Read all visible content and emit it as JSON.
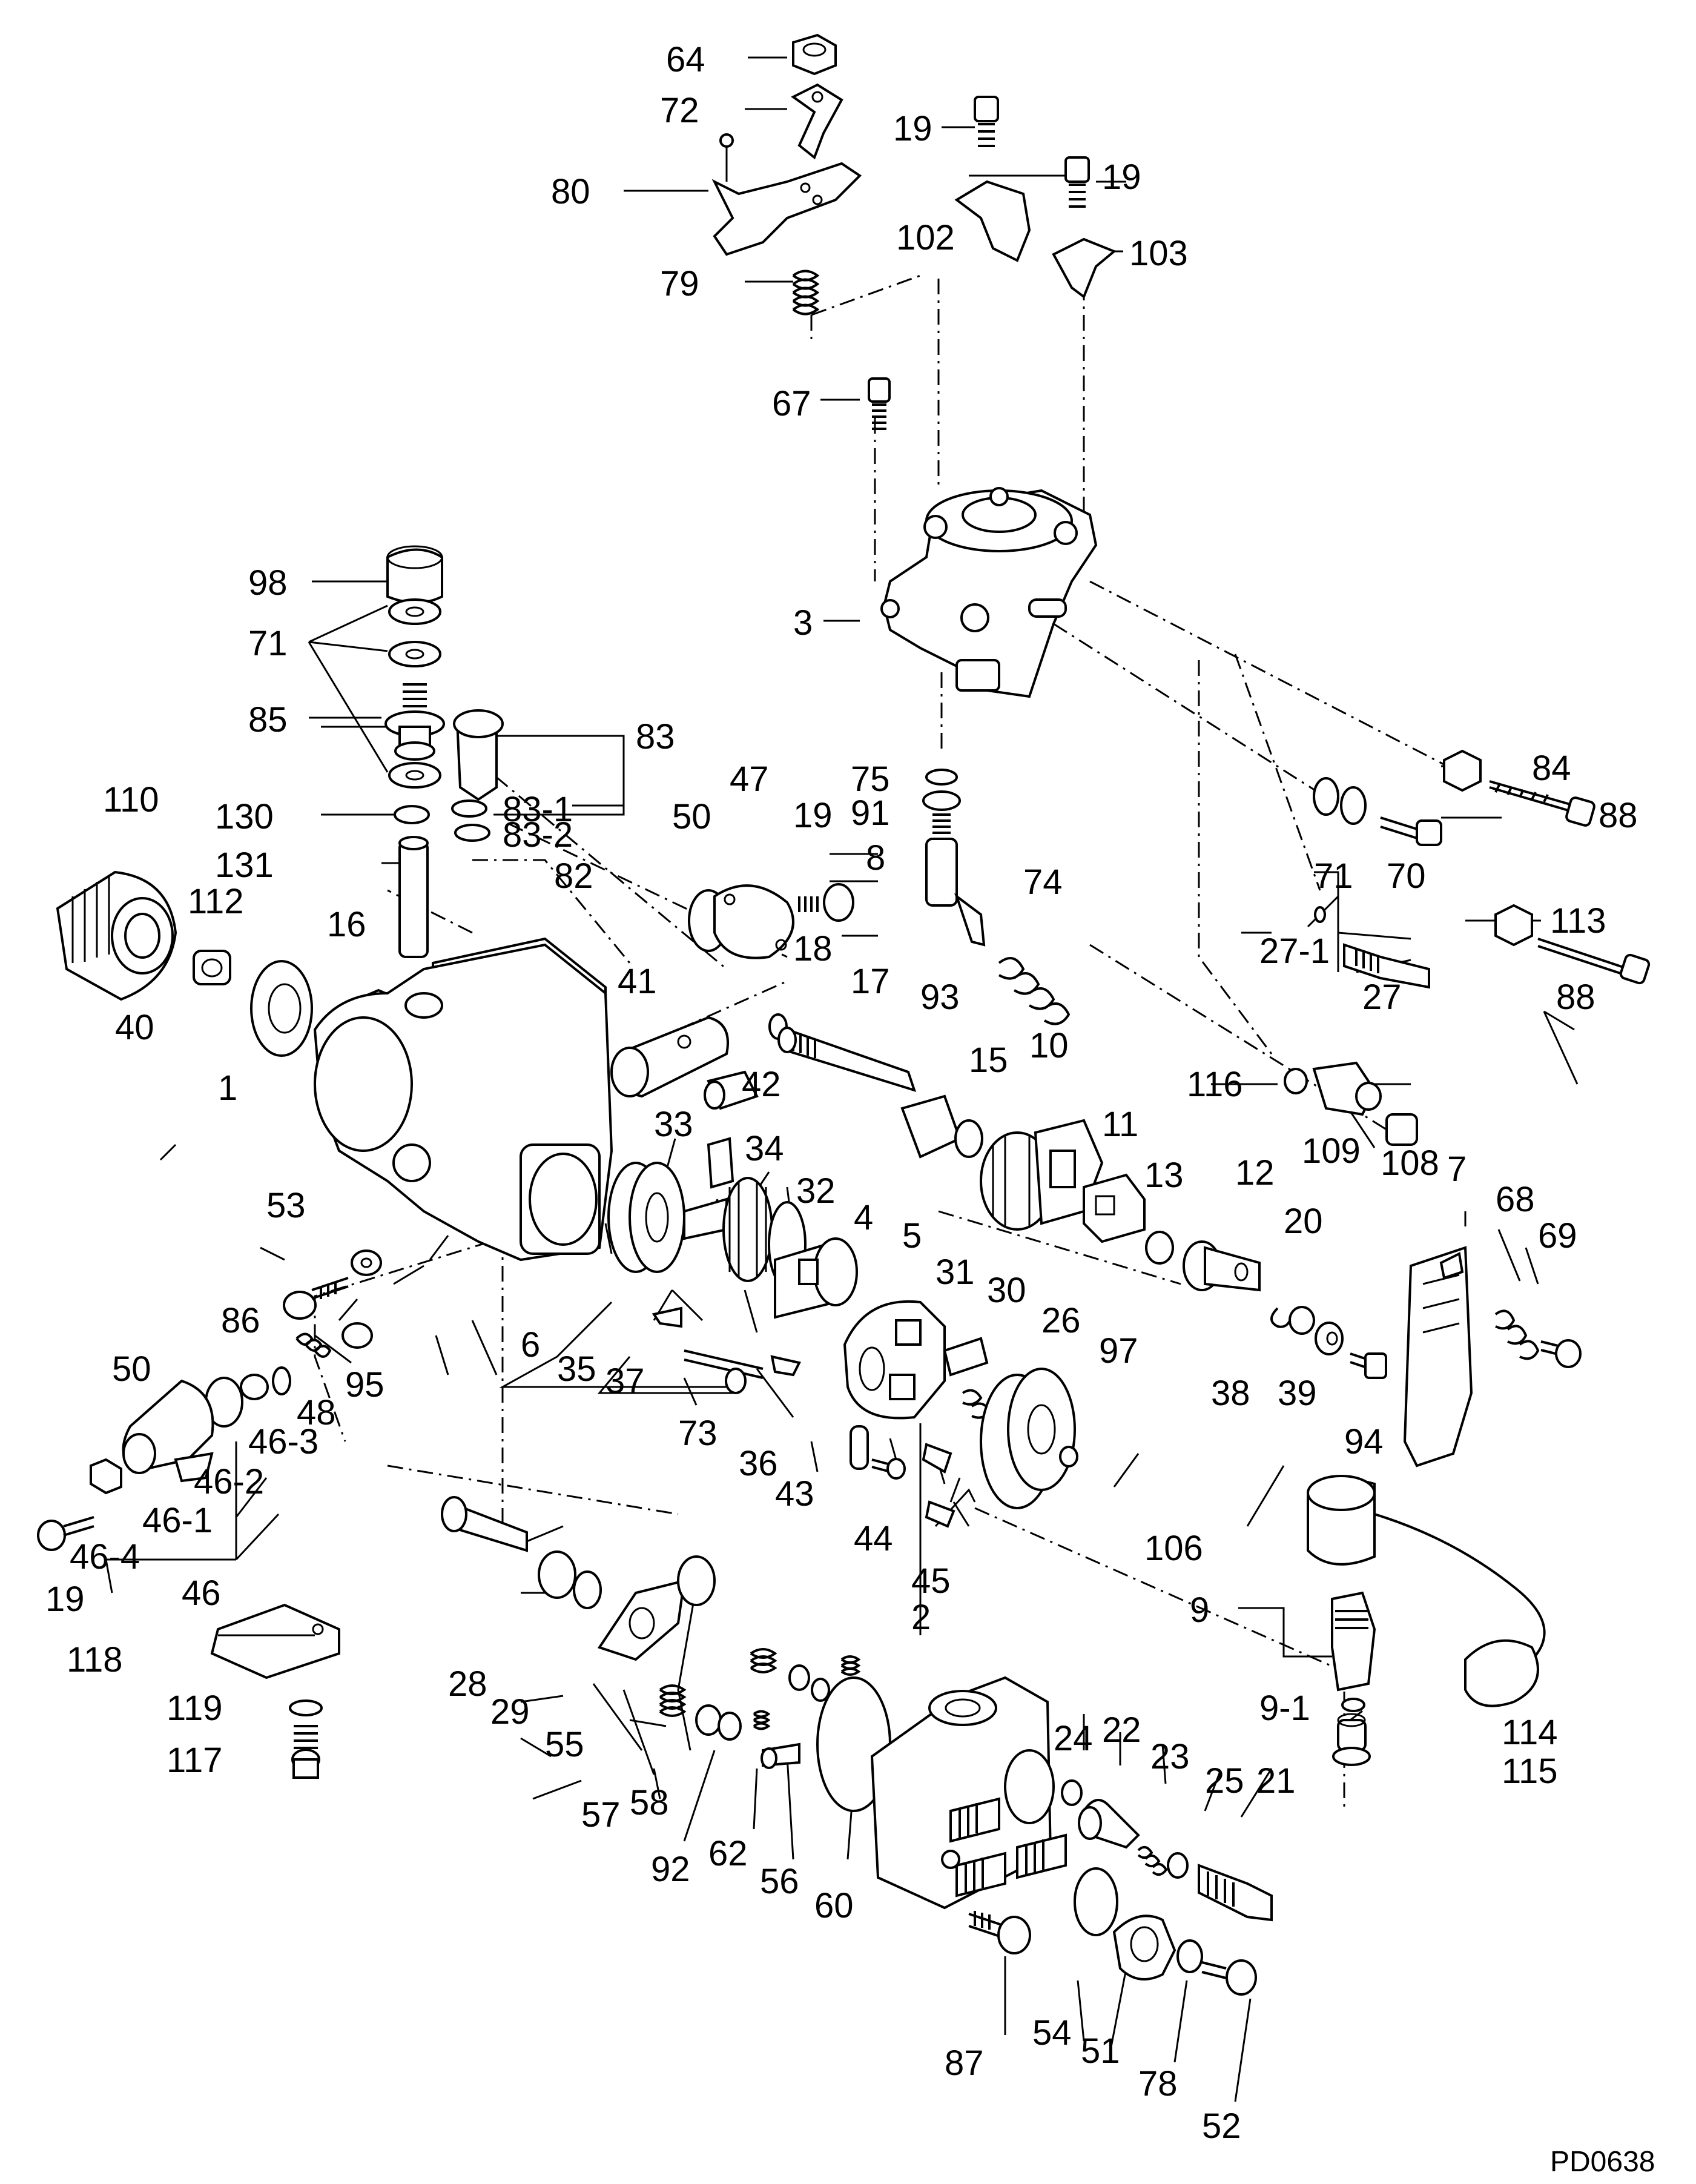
{
  "drawing_ref": "PD0638",
  "callouts": [
    {
      "id": "c64",
      "text": "64"
    },
    {
      "id": "c72",
      "text": "72"
    },
    {
      "id": "c80",
      "text": "80"
    },
    {
      "id": "c79",
      "text": "79"
    },
    {
      "id": "c19a",
      "text": "19"
    },
    {
      "id": "c19b",
      "text": "19"
    },
    {
      "id": "c102",
      "text": "102"
    },
    {
      "id": "c103",
      "text": "103"
    },
    {
      "id": "c67",
      "text": "67"
    },
    {
      "id": "c3",
      "text": "3"
    },
    {
      "id": "c98",
      "text": "98"
    },
    {
      "id": "c71a",
      "text": "71"
    },
    {
      "id": "c85",
      "text": "85"
    },
    {
      "id": "c83",
      "text": "83"
    },
    {
      "id": "c83-1",
      "text": "83-1"
    },
    {
      "id": "c83-2",
      "text": "83-2"
    },
    {
      "id": "c110",
      "text": "110"
    },
    {
      "id": "c130",
      "text": "130"
    },
    {
      "id": "c131",
      "text": "131"
    },
    {
      "id": "c82",
      "text": "82"
    },
    {
      "id": "c112",
      "text": "112"
    },
    {
      "id": "c16",
      "text": "16"
    },
    {
      "id": "c50a",
      "text": "50"
    },
    {
      "id": "c47",
      "text": "47"
    },
    {
      "id": "c19c",
      "text": "19"
    },
    {
      "id": "c75",
      "text": "75"
    },
    {
      "id": "c91",
      "text": "91"
    },
    {
      "id": "c8",
      "text": "8"
    },
    {
      "id": "c74",
      "text": "74"
    },
    {
      "id": "c84",
      "text": "84"
    },
    {
      "id": "c88a",
      "text": "88"
    },
    {
      "id": "c71b",
      "text": "71"
    },
    {
      "id": "c70",
      "text": "70"
    },
    {
      "id": "c113",
      "text": "113"
    },
    {
      "id": "c27-1",
      "text": "27-1"
    },
    {
      "id": "c88b",
      "text": "88"
    },
    {
      "id": "c27",
      "text": "27"
    },
    {
      "id": "c40",
      "text": "40"
    },
    {
      "id": "c41",
      "text": "41"
    },
    {
      "id": "c18",
      "text": "18"
    },
    {
      "id": "c17",
      "text": "17"
    },
    {
      "id": "c93",
      "text": "93"
    },
    {
      "id": "c15",
      "text": "15"
    },
    {
      "id": "c10",
      "text": "10"
    },
    {
      "id": "c116",
      "text": "116"
    },
    {
      "id": "c109",
      "text": "109"
    },
    {
      "id": "c108",
      "text": "108"
    },
    {
      "id": "c1",
      "text": "1"
    },
    {
      "id": "c42",
      "text": "42"
    },
    {
      "id": "c11",
      "text": "11"
    },
    {
      "id": "c13",
      "text": "13"
    },
    {
      "id": "c12",
      "text": "12"
    },
    {
      "id": "c7",
      "text": "7"
    },
    {
      "id": "c33",
      "text": "33"
    },
    {
      "id": "c34",
      "text": "34"
    },
    {
      "id": "c32",
      "text": "32"
    },
    {
      "id": "c4",
      "text": "4"
    },
    {
      "id": "c5",
      "text": "5"
    },
    {
      "id": "c53",
      "text": "53"
    },
    {
      "id": "c31",
      "text": "31"
    },
    {
      "id": "c30",
      "text": "30"
    },
    {
      "id": "c26",
      "text": "26"
    },
    {
      "id": "c97",
      "text": "97"
    },
    {
      "id": "c20",
      "text": "20"
    },
    {
      "id": "c68",
      "text": "68"
    },
    {
      "id": "c69",
      "text": "69"
    },
    {
      "id": "c86",
      "text": "86"
    },
    {
      "id": "c6",
      "text": "6"
    },
    {
      "id": "c35",
      "text": "35"
    },
    {
      "id": "c37",
      "text": "37"
    },
    {
      "id": "c38",
      "text": "38"
    },
    {
      "id": "c39",
      "text": "39"
    },
    {
      "id": "c94",
      "text": "94"
    },
    {
      "id": "c95",
      "text": "95"
    },
    {
      "id": "c48",
      "text": "48"
    },
    {
      "id": "c50b",
      "text": "50"
    },
    {
      "id": "c46-3",
      "text": "46-3"
    },
    {
      "id": "c73",
      "text": "73"
    },
    {
      "id": "c36",
      "text": "36"
    },
    {
      "id": "c46-2",
      "text": "46-2"
    },
    {
      "id": "c43",
      "text": "43"
    },
    {
      "id": "c46-1",
      "text": "46-1"
    },
    {
      "id": "c44",
      "text": "44"
    },
    {
      "id": "c46-4",
      "text": "46-4"
    },
    {
      "id": "c19d",
      "text": "19"
    },
    {
      "id": "c46",
      "text": "46"
    },
    {
      "id": "c106",
      "text": "106"
    },
    {
      "id": "c45",
      "text": "45"
    },
    {
      "id": "c2",
      "text": "2"
    },
    {
      "id": "c9",
      "text": "9"
    },
    {
      "id": "c9-1",
      "text": "9-1"
    },
    {
      "id": "c118",
      "text": "118"
    },
    {
      "id": "c28",
      "text": "28"
    },
    {
      "id": "c29",
      "text": "29"
    },
    {
      "id": "c55",
      "text": "55"
    },
    {
      "id": "c24",
      "text": "24"
    },
    {
      "id": "c22",
      "text": "22"
    },
    {
      "id": "c114",
      "text": "114"
    },
    {
      "id": "c115",
      "text": "115"
    },
    {
      "id": "c119",
      "text": "119"
    },
    {
      "id": "c23",
      "text": "23"
    },
    {
      "id": "c25",
      "text": "25"
    },
    {
      "id": "c21",
      "text": "21"
    },
    {
      "id": "c117",
      "text": "117"
    },
    {
      "id": "c57",
      "text": "57"
    },
    {
      "id": "c58",
      "text": "58"
    },
    {
      "id": "c62",
      "text": "62"
    },
    {
      "id": "c92",
      "text": "92"
    },
    {
      "id": "c56",
      "text": "56"
    },
    {
      "id": "c60",
      "text": "60"
    },
    {
      "id": "c54",
      "text": "54"
    },
    {
      "id": "c51",
      "text": "51"
    },
    {
      "id": "c87",
      "text": "87"
    },
    {
      "id": "c78",
      "text": "78"
    },
    {
      "id": "c52",
      "text": "52"
    }
  ]
}
